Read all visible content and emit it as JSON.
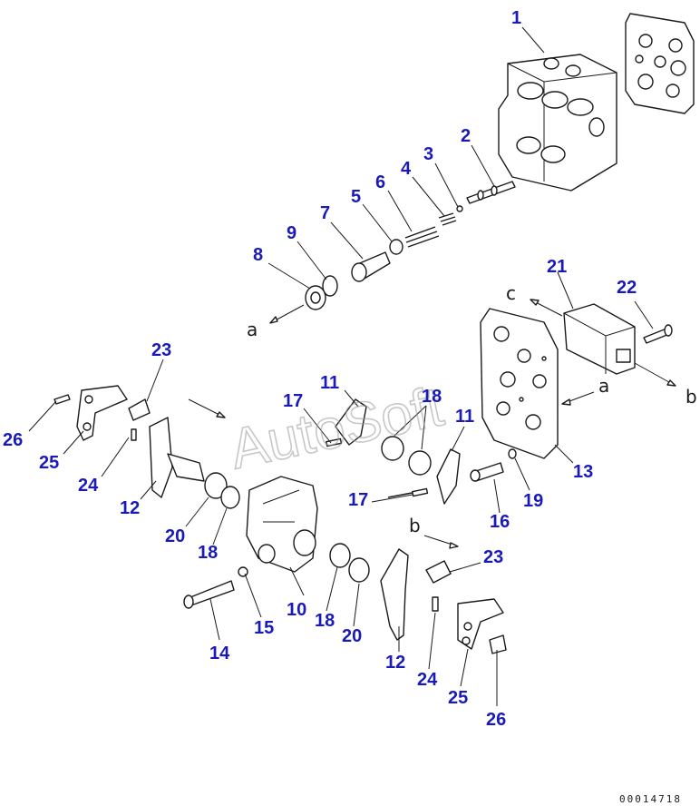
{
  "watermark": "AutoSoft",
  "document_number": "00014718",
  "callouts": [
    {
      "id": "c1",
      "text": "1"
    },
    {
      "id": "c2",
      "text": "2"
    },
    {
      "id": "c3",
      "text": "3"
    },
    {
      "id": "c4",
      "text": "4"
    },
    {
      "id": "c5",
      "text": "5"
    },
    {
      "id": "c6",
      "text": "6"
    },
    {
      "id": "c7",
      "text": "7"
    },
    {
      "id": "c8",
      "text": "8"
    },
    {
      "id": "c9",
      "text": "9"
    },
    {
      "id": "c21",
      "text": "21"
    },
    {
      "id": "c22",
      "text": "22"
    },
    {
      "id": "c23a",
      "text": "23"
    },
    {
      "id": "c26a",
      "text": "26"
    },
    {
      "id": "c25a",
      "text": "25"
    },
    {
      "id": "c24a",
      "text": "24"
    },
    {
      "id": "c11a",
      "text": "11"
    },
    {
      "id": "c17a",
      "text": "17"
    },
    {
      "id": "c18a",
      "text": "18"
    },
    {
      "id": "c11b",
      "text": "11"
    },
    {
      "id": "c13",
      "text": "13"
    },
    {
      "id": "c12a",
      "text": "12"
    },
    {
      "id": "c20a",
      "text": "20"
    },
    {
      "id": "c18b",
      "text": "18"
    },
    {
      "id": "c17b",
      "text": "17"
    },
    {
      "id": "c19",
      "text": "19"
    },
    {
      "id": "c16",
      "text": "16"
    },
    {
      "id": "c23b",
      "text": "23"
    },
    {
      "id": "c15",
      "text": "15"
    },
    {
      "id": "c10",
      "text": "10"
    },
    {
      "id": "c18c",
      "text": "18"
    },
    {
      "id": "c20b",
      "text": "20"
    },
    {
      "id": "c14",
      "text": "14"
    },
    {
      "id": "c12b",
      "text": "12"
    },
    {
      "id": "c24b",
      "text": "24"
    },
    {
      "id": "c25b",
      "text": "25"
    },
    {
      "id": "c26b",
      "text": "26"
    }
  ],
  "connection_letters": [
    {
      "id": "la1",
      "text": "a"
    },
    {
      "id": "la2",
      "text": "a"
    },
    {
      "id": "lb1",
      "text": "b"
    },
    {
      "id": "lb2",
      "text": "b"
    },
    {
      "id": "lc1",
      "text": "c"
    }
  ]
}
